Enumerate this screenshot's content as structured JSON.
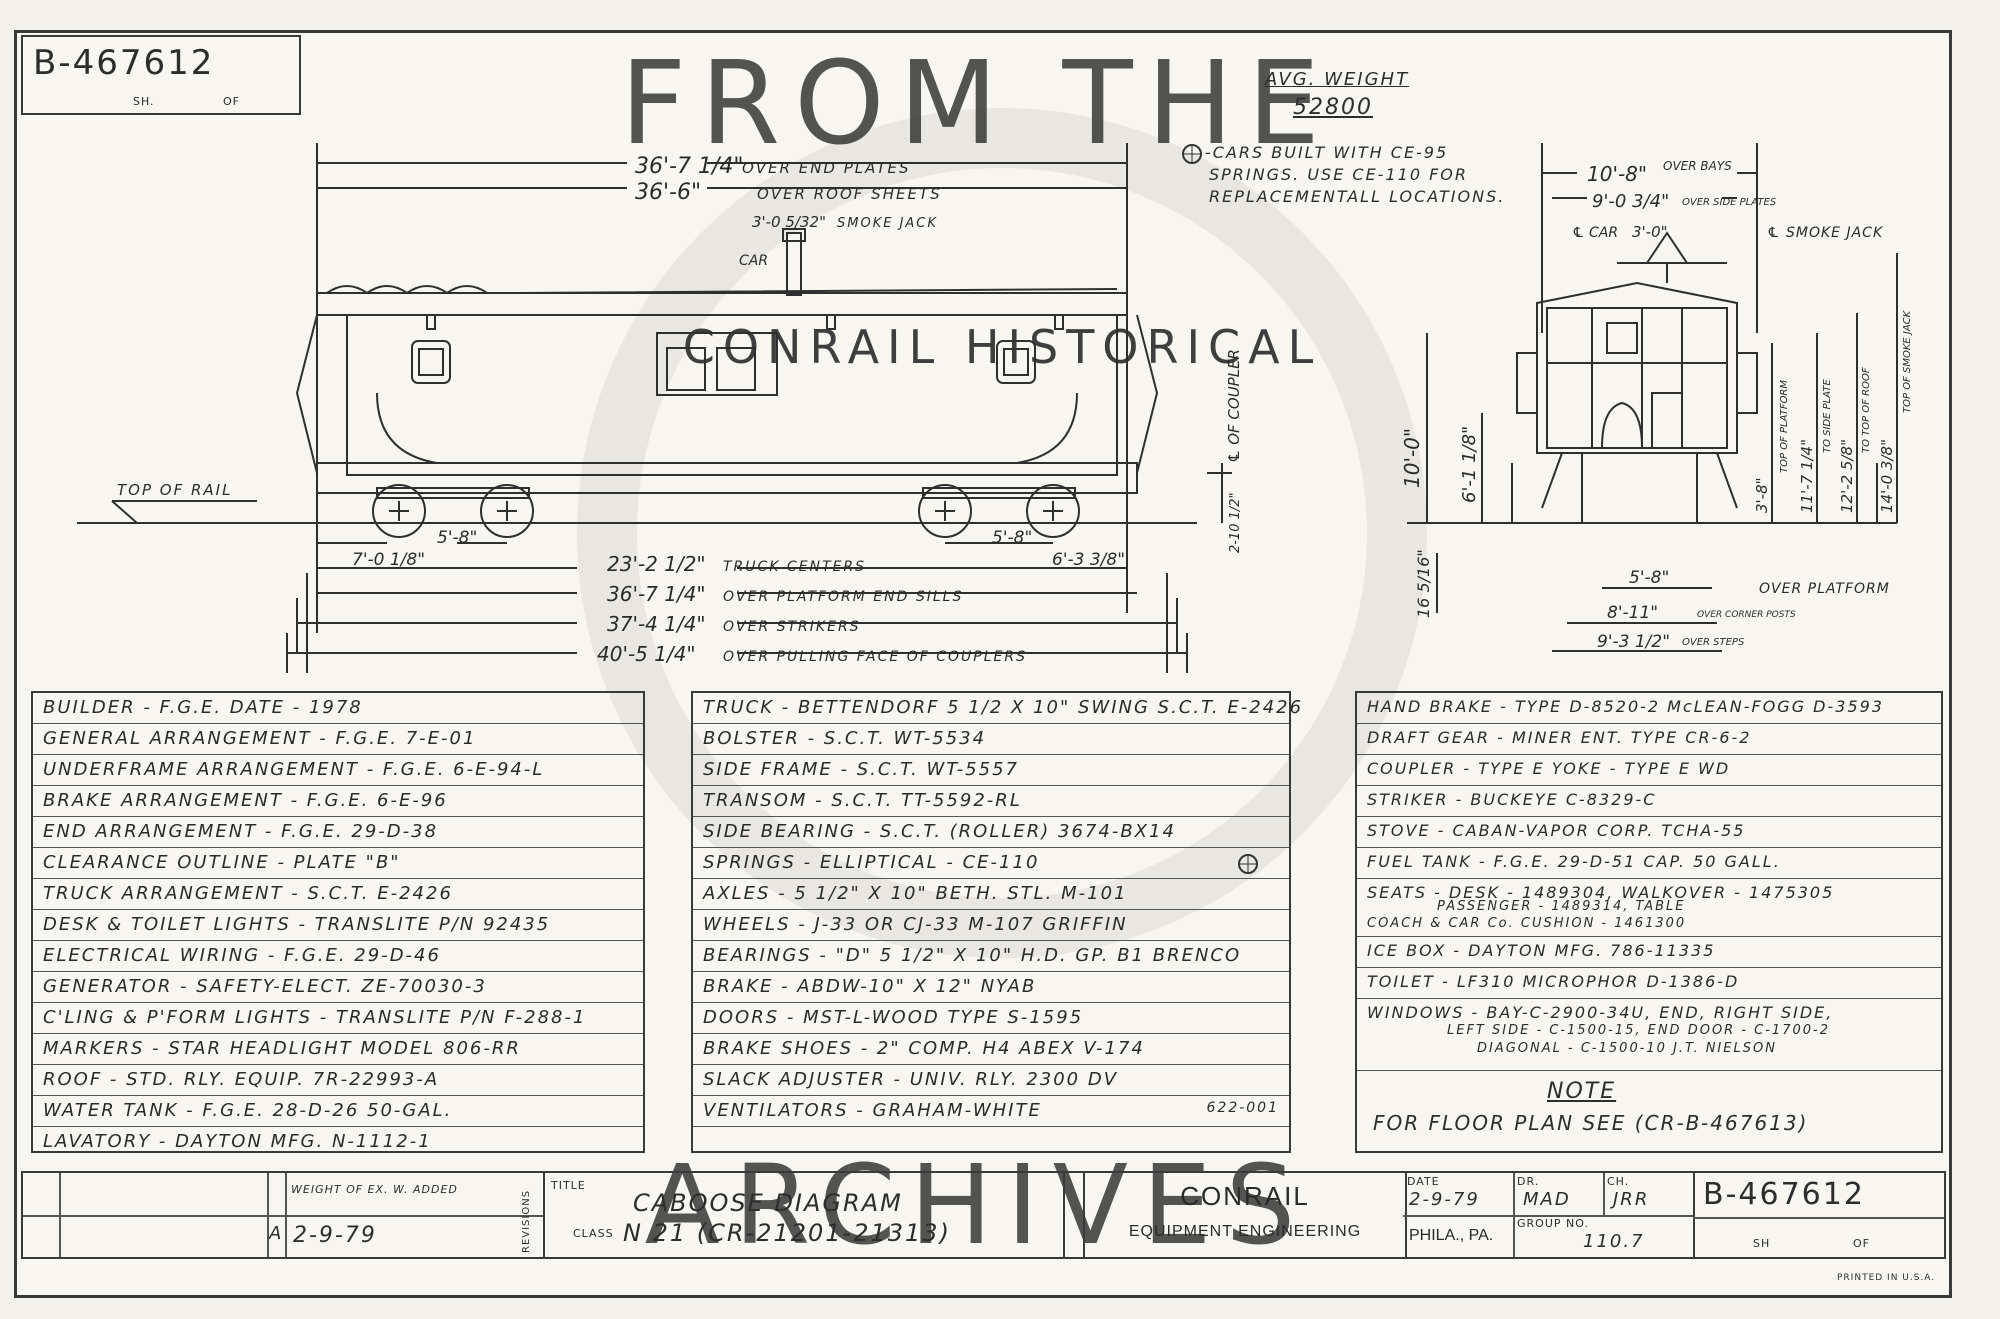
{
  "sheet": {
    "number": "B-467612",
    "sh_label": "SH.",
    "of_label": "OF",
    "printed": "PRINTED IN U.S.A."
  },
  "weight": {
    "label": "AVG. WEIGHT",
    "value": "52800"
  },
  "springs_note": [
    "-CARS BUILT WITH CE-95",
    "SPRINGS. USE CE-110 FOR",
    "REPLACEMENTALL LOCATIONS."
  ],
  "side_view": {
    "dim_over_end_plates": "36'-7 1/4\"",
    "label_over_end_plates": "OVER END PLATES",
    "dim_over_roof": "36'-6\"",
    "label_over_roof": "OVER ROOF SHEETS",
    "dim_smoke_jack": "3'-0 5/32\"",
    "label_smoke_jack": "SMOKE JACK",
    "label_car": "CAR",
    "label_top_of_rail": "TOP OF RAIL",
    "label_coupler": "℄ OF COUPLER",
    "dim_coupler": "2-10 1/2\"",
    "dim_left_end": "7'-0 1/8\"",
    "dim_wheelbase_l": "5'-8\"",
    "dim_wheelbase_r": "5'-8\"",
    "dim_right_end": "6'-3 3/8\"",
    "dim_truck_centers": "23'-2 1/2\"",
    "label_truck_centers": "TRUCK CENTERS",
    "dim_platform": "36'-7 1/4\"",
    "label_platform": "OVER PLATFORM END SILLS",
    "dim_strikers": "37'-4 1/4\"",
    "label_strikers": "OVER STRIKERS",
    "dim_couplers": "40'-5 1/4\"",
    "label_couplers": "OVER PULLING FACE OF COUPLERS"
  },
  "end_view": {
    "dim_over_bays": "10'-8\"",
    "label_over_bays": "OVER BAYS",
    "dim_side_plates": "9'-0 3/4\"",
    "label_side_plates": "OVER SIDE PLATES",
    "label_car": "℄ CAR",
    "dim_car_offset": "3'-0\"",
    "label_smoke_jack": "℄ SMOKE JACK",
    "dim_10": "10'-0\"",
    "dim_6": "6'-1 1/8\"",
    "dim_3": "3'-8\"",
    "label_top_platform": "TOP OF PLATFORM",
    "dim_11": "11'-7 1/4\"",
    "label_side_plate": "TO SIDE PLATE",
    "dim_12": "12'-2 5/8\"",
    "label_roof": "TO TOP OF ROOF",
    "dim_14": "14'-0 3/8\"",
    "label_smoke": "TOP OF SMOKE JACK",
    "dim_16": "16 5/16\"",
    "dim_58": "5'-8\"",
    "label_over_platform": "OVER PLATFORM",
    "dim_8": "8'-11\"",
    "label_corner_posts": "OVER CORNER POSTS",
    "dim_9": "9'-3 1/2\"",
    "label_steps": "OVER STEPS"
  },
  "table_left": [
    "BUILDER - F.G.E.        DATE - 1978",
    "GENERAL ARRANGEMENT - F.G.E.  7-E-01",
    "UNDERFRAME ARRANGEMENT - F.G.E. 6-E-94-L",
    "BRAKE ARRANGEMENT -  F.G.E.  6-E-96",
    "END ARRANGEMENT  -  F.G.E.  29-D-38",
    "CLEARANCE OUTLINE - PLATE \"B\"",
    "TRUCK ARRANGEMENT - S.C.T.  E-2426",
    "DESK & TOILET LIGHTS - TRANSLITE P/N 92435",
    "ELECTRICAL WIRING  -  F.G.E.  29-D-46",
    "GENERATOR  -  SAFETY-ELECT.  ZE-70030-3",
    "C'LING & P'FORM LIGHTS - TRANSLITE P/N F-288-1",
    "MARKERS - STAR HEADLIGHT  MODEL 806-RR",
    "ROOF  -  STD. RLY. EQUIP.    7R-22993-A",
    "WATER TANK - F.G.E. 28-D-26     50-GAL.",
    "LAVATORY - DAYTON MFG.  N-1112-1"
  ],
  "table_mid": [
    "TRUCK - BETTENDORF 5 1/2 X 10\" SWING S.C.T. E-2426",
    "BOLSTER  -     S.C.T.   WT-5534",
    "SIDE FRAME  -   S.C.T.   WT-5557",
    "TRANSOM  -   S.C.T.   TT-5592-RL",
    "SIDE BEARING - S.C.T. (ROLLER) 3674-BX14",
    "SPRINGS - ELLIPTICAL  -  CE-110",
    "AXLES - 5 1/2\" X 10\"  BETH. STL.   M-101",
    "WHEELS - J-33 OR CJ-33   M-107   GRIFFIN",
    "BEARINGS - \"D\" 5 1/2\" X 10\" H.D. GP. B1  BRENCO",
    "BRAKE - ABDW-10\" X 12\"       NYAB",
    "DOORS - MST-L-WOOD   TYPE S-1595",
    "BRAKE SHOES - 2\" COMP. H4  ABEX V-174",
    "SLACK ADJUSTER - UNIV. RLY.   2300 DV",
    "VENTILATORS  - GRAHAM-WHITE"
  ],
  "mid_stamp": "622-001",
  "table_right": [
    "HAND BRAKE - TYPE D-8520-2  McLEAN-FOGG D-3593",
    "DRAFT GEAR  -  MINER ENT.   TYPE CR-6-2",
    "COUPLER - TYPE E  YOKE - TYPE E  WD",
    "STRIKER - BUCKEYE    C-8329-C",
    "STOVE  -  CABAN-VAPOR CORP.  TCHA-55",
    "FUEL TANK - F.G.E. 29-D-51     CAP. 50 GALL.",
    "SEATS - DESK - 1489304, WALKOVER - 1475305",
    "ICE BOX - DAYTON MFG.   786-11335",
    "TOILET - LF310   MICROPHOR D-1386-D",
    "WINDOWS - BAY-C-2900-34U, END, RIGHT SIDE,"
  ],
  "seats_extra": [
    "PASSENGER - 1489314, TABLE",
    "COACH & CAR Co.   CUSHION - 1461300"
  ],
  "windows_extra": [
    "LEFT SIDE - C-1500-15, END DOOR - C-1700-2",
    "DIAGONAL - C-1500-10       J.T. NIELSON"
  ],
  "note": {
    "title": "NOTE",
    "text": "FOR FLOOR PLAN SEE (CR-B-467613)"
  },
  "title_block": {
    "rev_text": "REVISIONS",
    "rev_row1": "WEIGHT OF EX. W. ADDED",
    "rev_letter": "A",
    "rev_date": "2-9-79",
    "title_label": "TITLE",
    "title": "CABOOSE  DIAGRAM",
    "class_label": "CLASS",
    "class": "N 21 (CR-21201-21313)",
    "company": "CONRAIL",
    "dept": "EQUIPMENT ENGINEERING",
    "date_label": "DATE",
    "date": "2-9-79",
    "dr_label": "DR.",
    "dr": "MAD",
    "ch_label": "CH.",
    "ch": "JRR",
    "place": "PHILA., PA.",
    "group_label": "GROUP NO.",
    "group": "110.7",
    "number": "B-467612",
    "sh": "SH",
    "of": "OF"
  },
  "watermark": {
    "top": "FROM THE",
    "ring": "CONRAIL HISTORICAL",
    "bottom": "ARCHIVES"
  }
}
